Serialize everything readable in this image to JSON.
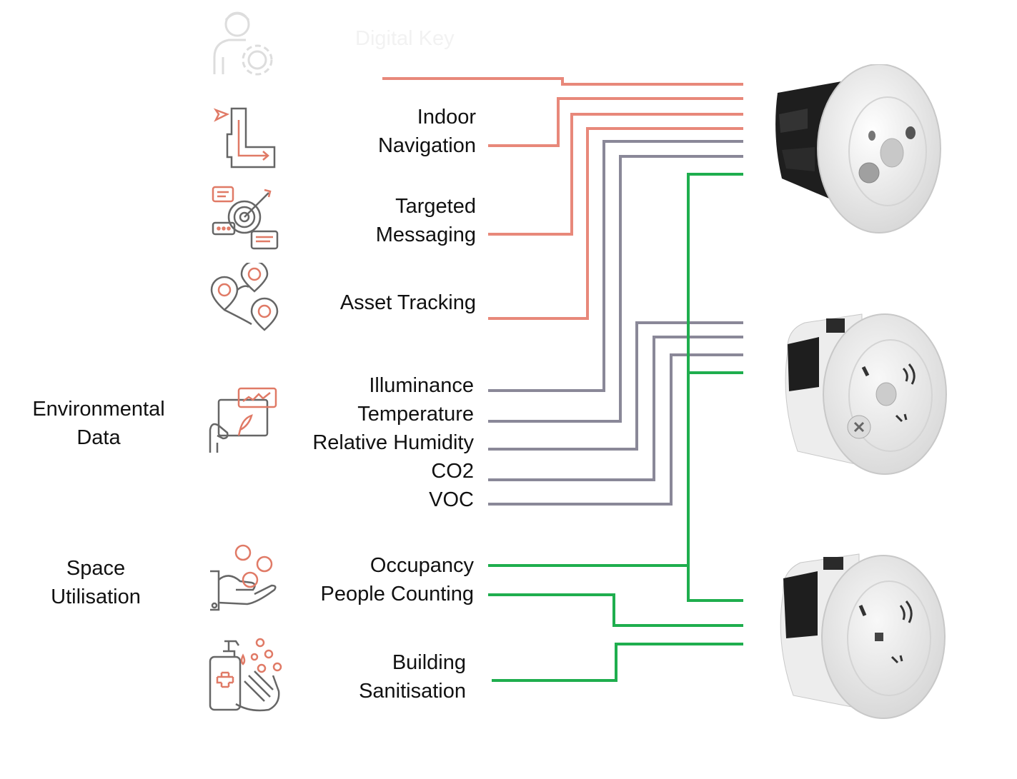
{
  "colors": {
    "location": "#e8887a",
    "environment": "#8a8898",
    "space": "#1fae4e",
    "icon_grey": "#666666",
    "icon_accent": "#e07a66"
  },
  "categories": {
    "environmental": [
      "Environmental",
      "Data"
    ],
    "space": [
      "Space",
      "Utilisation"
    ]
  },
  "features": {
    "digital_key": "Digital Key",
    "indoor_navigation": [
      "Indoor",
      "Navigation"
    ],
    "targeted_messaging": [
      "Targeted",
      "Messaging"
    ],
    "asset_tracking": "Asset Tracking",
    "illuminance": "Illuminance",
    "temperature": "Temperature",
    "relative_humidity": "Relative Humidity",
    "co2": "CO2",
    "voc": "VOC",
    "occupancy": "Occupancy",
    "people_counting": "People Counting",
    "building_sanitisation": [
      "Building",
      "Sanitisation"
    ]
  },
  "icons": [
    "person-gear-icon",
    "floor-plan-navigation-icon",
    "target-message-icon",
    "map-pins-icon",
    "tablet-plant-chart-icon",
    "hand-coins-icon",
    "hand-sanitiser-icon"
  ],
  "sensors": [
    "sensor-top-image",
    "sensor-middle-image",
    "sensor-bottom-image"
  ]
}
